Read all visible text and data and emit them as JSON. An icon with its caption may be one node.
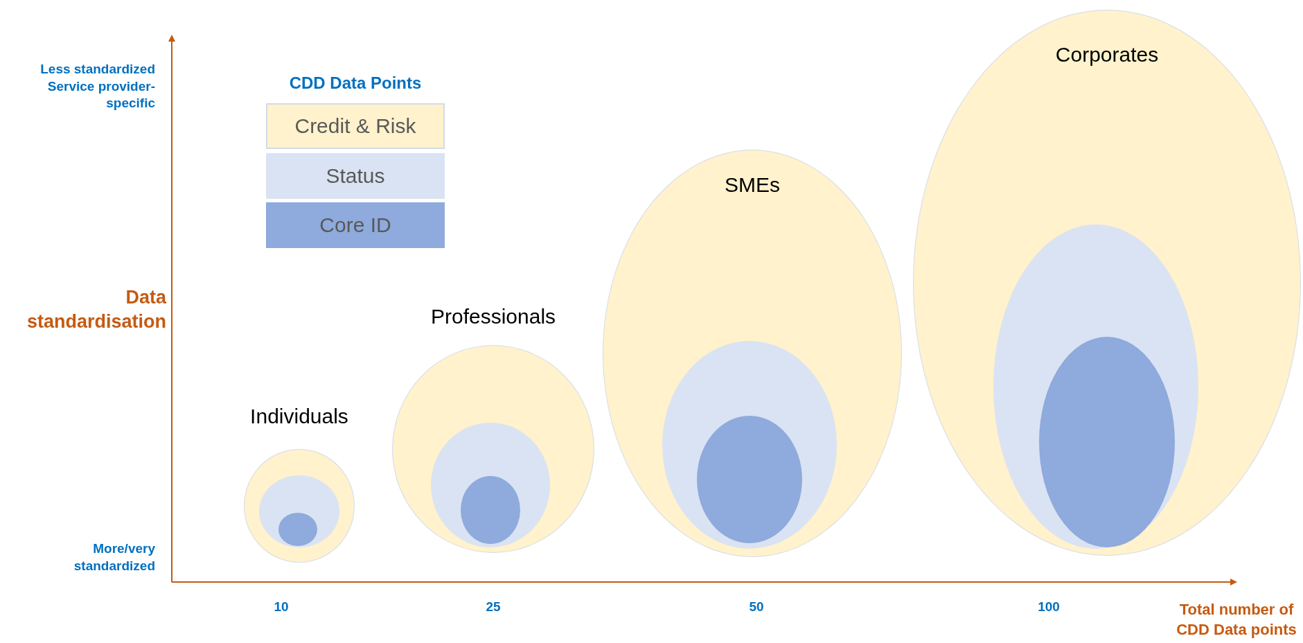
{
  "diagram": {
    "nodes": [
      {
        "text": [
          "Individuals"
        ]
      },
      {
        "text": [],
        "shape": "ellipse",
        "in": 0
      },
      {
        "text": [],
        "shape": "ellipse",
        "in": 1
      },
      {
        "text": [
          "Professionals"
        ]
      },
      {
        "text": [],
        "shape": "ellipse",
        "in": 3
      },
      {
        "text": [],
        "shape": "ellipse",
        "in": 4
      },
      {
        "text": [
          "SMEs"
        ]
      },
      {
        "text": [],
        "shape": "ellipse",
        "in": 6
      },
      {
        "text": [],
        "shape": "ellipse",
        "in": 7
      },
      {
        "text": [
          "Corporates"
        ]
      },
      {
        "text": [],
        "shape": "ellipse",
        "in": 9
      },
      {
        "text": [],
        "shape": "ellipse",
        "in": 10
      }
    ],
    "labels": [
      "Less standardized Service provider-specific",
      "CDD Data Points",
      "Data standardisation",
      "More/very standardized",
      "10",
      "25",
      "50",
      "100",
      "Total number of CDD Data points"
    ],
    "legend": [
      {
        "text": "Credit & Risk",
        "color": "#fff2cc"
      },
      {
        "text": "Status",
        "color": "#dae3f3"
      },
      {
        "text": "Core ID",
        "color": "#8faadc"
      }
    ]
  }
}
